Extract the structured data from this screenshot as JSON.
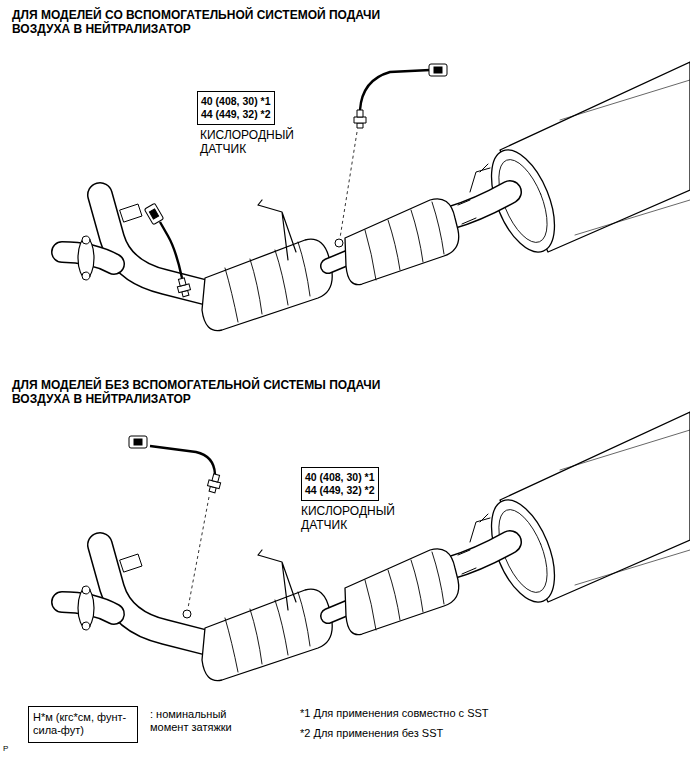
{
  "diagram": {
    "nodes": [
      {
        "text": [
          "40 (408, 30) *1",
          "44 (449, 32) *2"
        ]
      },
      {
        "text": [
          "40 (408, 30) *1",
          "44 (449, 32) *2"
        ]
      },
      {
        "text": [
          "Н*м (кгс*см, фунт-сила-фут)"
        ]
      }
    ],
    "labels": [
      "ДЛЯ МОДЕЛЕЙ СО ВСПОМОГАТЕЛЬНОЙ СИСТЕМОЙ ПОДАЧИ ВОЗДУХА В НЕЙТРАЛИЗАТОР",
      "КИСЛОРОДНЫЙ ДАТЧИК",
      "ДЛЯ МОДЕЛЕЙ БЕЗ ВСПОМОГАТЕЛЬНОЙ СИСТЕМЫ ПОДАЧИ ВОЗДУХА В НЕЙТРАЛИЗАТОР",
      "КИСЛОРОДНЫЙ ДАТЧИК",
      ": номинальный момент затяжки",
      "*1 Для применения совместно с SST",
      "*2 Для применения без SST",
      "P"
    ]
  }
}
